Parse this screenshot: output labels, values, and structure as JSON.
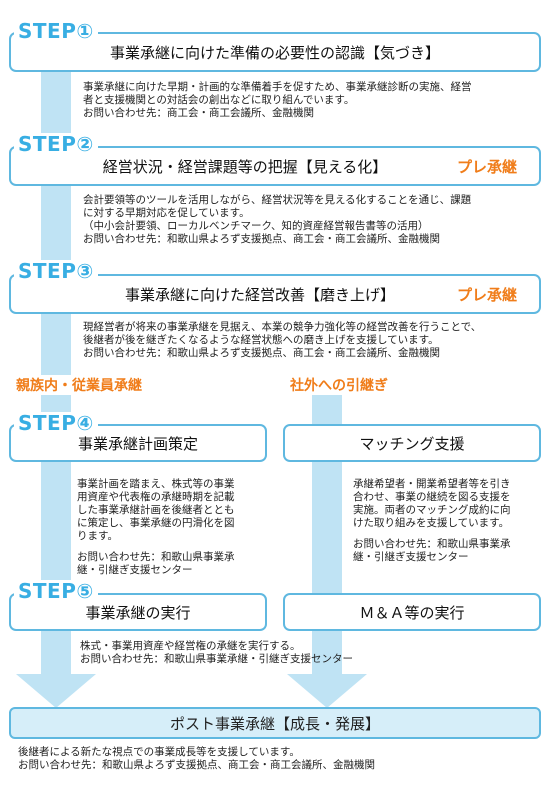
{
  "steps": [
    {
      "label": "STEP①",
      "title": "事業承継に向けた準備の必要性の認識【気づき】",
      "desc": [
        "事業承継に向けた早期・計画的な準備着手を促すため、事業承継診断の実施、経営",
        "者と支援機関との対話会の創出などに取り組んでいます。",
        "お問い合わせ先：商工会・商工会議所、金融機関"
      ]
    },
    {
      "label": "STEP②",
      "title": "経営状況・経営課題等の把握【見える化】",
      "tag": "プレ承継",
      "desc": [
        "会計要領等のツールを活用しながら、経営状況等を見える化することを通じ、課題",
        "に対する早期対応を促しています。",
        "（中小会計要領、ローカルベンチマーク、知的資産経営報告書等の活用）",
        "お問い合わせ先：和歌山県よろず支援拠点、商工会・商工会議所、金融機関"
      ]
    },
    {
      "label": "STEP③",
      "title": "事業承継に向けた経営改善【磨き上げ】",
      "tag": "プレ承継",
      "desc": [
        "現経営者が将来の事業承継を見据え、本業の競争力強化等の経営改善を行うことで、",
        "後継者が後を継ぎたくなるような経営状態への磨き上げを支援しています。",
        "お問い合わせ先：和歌山県よろず支援拠点、商工会・商工会議所、金融機関"
      ]
    },
    {
      "label": "STEP④",
      "title": "事業承継計画策定",
      "desc": [
        "事業計画を踏まえ、株式等の事業",
        "用資産や代表権の承継時期を記載",
        "した事業承継計画を後継者ととも",
        "に策定し、事業承継の円滑化を図",
        "ります。",
        "",
        "お問い合わせ先：和歌山県事業承",
        "継・引継ぎ支援センター"
      ]
    },
    {
      "label": "STEP⑤",
      "title": "事業承継の実行",
      "desc": [
        "株式・事業用資産や経営権の承継を実行する。",
        "お問い合わせ先：和歌山県事業承継・引継ぎ支援センター"
      ]
    }
  ],
  "routes": {
    "internal": "親族内・従業員承継",
    "external": "社外への引継ぎ"
  },
  "right": {
    "match_title": "マッチング支援",
    "match_desc": [
      "承継希望者・開業希望者等を引き",
      "合わせ、事業の継続を図る支援を",
      "実施。両者のマッチング成約に向",
      "けた取り組みを支援しています。",
      "",
      "お問い合わせ先：和歌山県事業承",
      "継・引継ぎ支援センター"
    ],
    "ma_title": "Ｍ＆Ａ等の実行"
  },
  "final": {
    "title": "ポスト事業承継【成長・発展】",
    "desc": [
      "後継者による新たな視点での事業成長等を支援しています。",
      "お問い合わせ先：和歌山県よろず支援拠点、商工会・商工会議所、金融機関"
    ]
  },
  "colors": {
    "accent": "#38aee3",
    "border": "#5fb8e0",
    "arrow": "#bfe3f4",
    "tag": "#f07d1a"
  }
}
